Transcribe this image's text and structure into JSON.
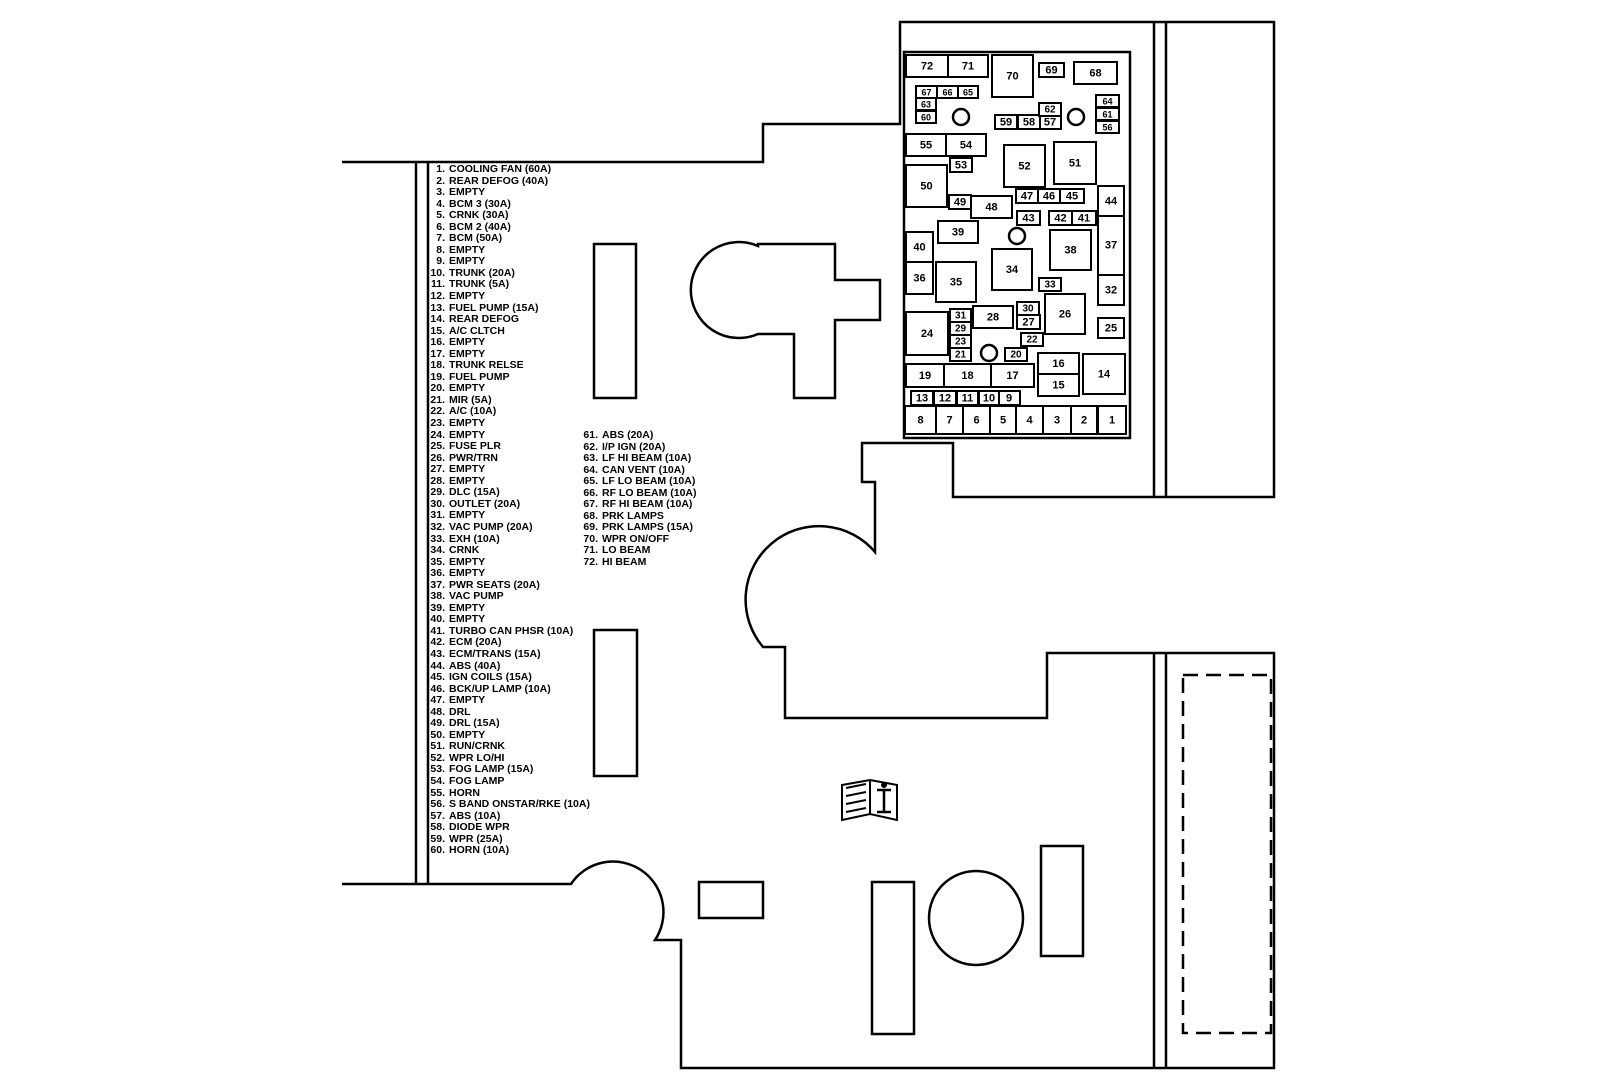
{
  "legend": {
    "items": [
      {
        "num": "1.",
        "label": "COOLING FAN (60A)"
      },
      {
        "num": "2.",
        "label": "REAR DEFOG  (40A)"
      },
      {
        "num": "3.",
        "label": "EMPTY"
      },
      {
        "num": "4.",
        "label": "BCM 3  (30A)"
      },
      {
        "num": "5.",
        "label": "CRNK (30A)"
      },
      {
        "num": "6.",
        "label": "BCM 2  (40A)"
      },
      {
        "num": "7.",
        "label": "BCM  (50A)"
      },
      {
        "num": "8.",
        "label": "EMPTY"
      },
      {
        "num": "9.",
        "label": "EMPTY"
      },
      {
        "num": "10.",
        "label": "TRUNK  (20A)"
      },
      {
        "num": "11.",
        "label": "TRUNK  (5A)"
      },
      {
        "num": "12.",
        "label": "EMPTY"
      },
      {
        "num": "13.",
        "label": "FUEL PUMP  (15A)"
      },
      {
        "num": "14.",
        "label": "REAR DEFOG"
      },
      {
        "num": "15.",
        "label": "A/C CLTCH"
      },
      {
        "num": "16.",
        "label": "EMPTY"
      },
      {
        "num": "17.",
        "label": "EMPTY"
      },
      {
        "num": "18.",
        "label": "TRUNK RELSE"
      },
      {
        "num": "19.",
        "label": "FUEL PUMP"
      },
      {
        "num": "20.",
        "label": "EMPTY"
      },
      {
        "num": "21.",
        "label": "MIR  (5A)"
      },
      {
        "num": "22.",
        "label": "A/C  (10A)"
      },
      {
        "num": "23.",
        "label": "EMPTY"
      },
      {
        "num": "24.",
        "label": "EMPTY"
      },
      {
        "num": "25.",
        "label": "FUSE PLR"
      },
      {
        "num": "26.",
        "label": "PWR/TRN"
      },
      {
        "num": "27.",
        "label": "EMPTY"
      },
      {
        "num": "28.",
        "label": "EMPTY"
      },
      {
        "num": "29.",
        "label": "DLC  (15A)"
      },
      {
        "num": "30.",
        "label": "OUTLET (20A)"
      },
      {
        "num": "31.",
        "label": "EMPTY"
      },
      {
        "num": "32.",
        "label": "VAC PUMP (20A)"
      },
      {
        "num": "33.",
        "label": "EXH (10A)"
      },
      {
        "num": "34.",
        "label": "CRNK"
      },
      {
        "num": "35.",
        "label": "EMPTY"
      },
      {
        "num": "36.",
        "label": "EMPTY"
      },
      {
        "num": "37.",
        "label": "PWR SEATS (20A)"
      },
      {
        "num": "38.",
        "label": "VAC PUMP"
      },
      {
        "num": "39.",
        "label": "EMPTY"
      },
      {
        "num": "40.",
        "label": "EMPTY"
      },
      {
        "num": "41.",
        "label": "TURBO CAN PHSR  (10A)"
      },
      {
        "num": "42.",
        "label": "ECM (20A)"
      },
      {
        "num": "43.",
        "label": "ECM/TRANS (15A)"
      },
      {
        "num": "44.",
        "label": "ABS (40A)"
      },
      {
        "num": "45.",
        "label": "IGN COILS (15A)"
      },
      {
        "num": "46.",
        "label": "BCK/UP LAMP (10A)"
      },
      {
        "num": "47.",
        "label": "EMPTY"
      },
      {
        "num": "48.",
        "label": "DRL"
      },
      {
        "num": "49.",
        "label": "DRL (15A)"
      },
      {
        "num": "50.",
        "label": "EMPTY"
      },
      {
        "num": "51.",
        "label": "RUN/CRNK"
      },
      {
        "num": "52.",
        "label": "WPR LO/HI"
      },
      {
        "num": "53.",
        "label": "FOG LAMP  (15A)"
      },
      {
        "num": "54.",
        "label": "FOG LAMP"
      },
      {
        "num": "55.",
        "label": "HORN"
      },
      {
        "num": "56.",
        "label": "S BAND ONSTAR/RKE (10A)"
      },
      {
        "num": "57.",
        "label": "ABS  (10A)"
      },
      {
        "num": "58.",
        "label": "DIODE WPR"
      },
      {
        "num": "59.",
        "label": "WPR  (25A)"
      },
      {
        "num": "60.",
        "label": "HORN  (10A)"
      },
      {
        "num": "61.",
        "label": "ABS (20A)"
      },
      {
        "num": "62.",
        "label": "I/P IGN (20A)"
      },
      {
        "num": "63.",
        "label": "LF HI BEAM (10A)"
      },
      {
        "num": "64.",
        "label": "CAN VENT (10A)"
      },
      {
        "num": "65.",
        "label": "LF LO BEAM (10A)"
      },
      {
        "num": "66.",
        "label": "RF LO BEAM (10A)"
      },
      {
        "num": "67.",
        "label": "RF HI BEAM (10A)"
      },
      {
        "num": "68.",
        "label": "PRK LAMPS"
      },
      {
        "num": "69.",
        "label": "PRK LAMPS (15A)"
      },
      {
        "num": "70.",
        "label": "WPR ON/OFF"
      },
      {
        "num": "71.",
        "label": "LO BEAM"
      },
      {
        "num": "72.",
        "label": "HI BEAM"
      }
    ]
  },
  "fuse_labels": [
    "1",
    "2",
    "3",
    "4",
    "5",
    "6",
    "7",
    "8",
    "9",
    "10",
    "11",
    "12",
    "13",
    "14",
    "15",
    "16",
    "17",
    "18",
    "19",
    "20",
    "21",
    "22",
    "23",
    "24",
    "25",
    "26",
    "27",
    "28",
    "29",
    "30",
    "31",
    "32",
    "33",
    "34",
    "35",
    "36",
    "37",
    "38",
    "39",
    "40",
    "41",
    "42",
    "43",
    "44",
    "45",
    "46",
    "47",
    "48",
    "49",
    "50",
    "51",
    "52",
    "53",
    "54",
    "55",
    "56",
    "57",
    "58",
    "59",
    "60",
    "61",
    "62",
    "63",
    "64",
    "65",
    "66",
    "67",
    "68",
    "69",
    "70",
    "71",
    "72"
  ],
  "icons": {
    "info": "info-book-icon"
  },
  "colors": {
    "line": "#000000",
    "background": "#ffffff"
  }
}
